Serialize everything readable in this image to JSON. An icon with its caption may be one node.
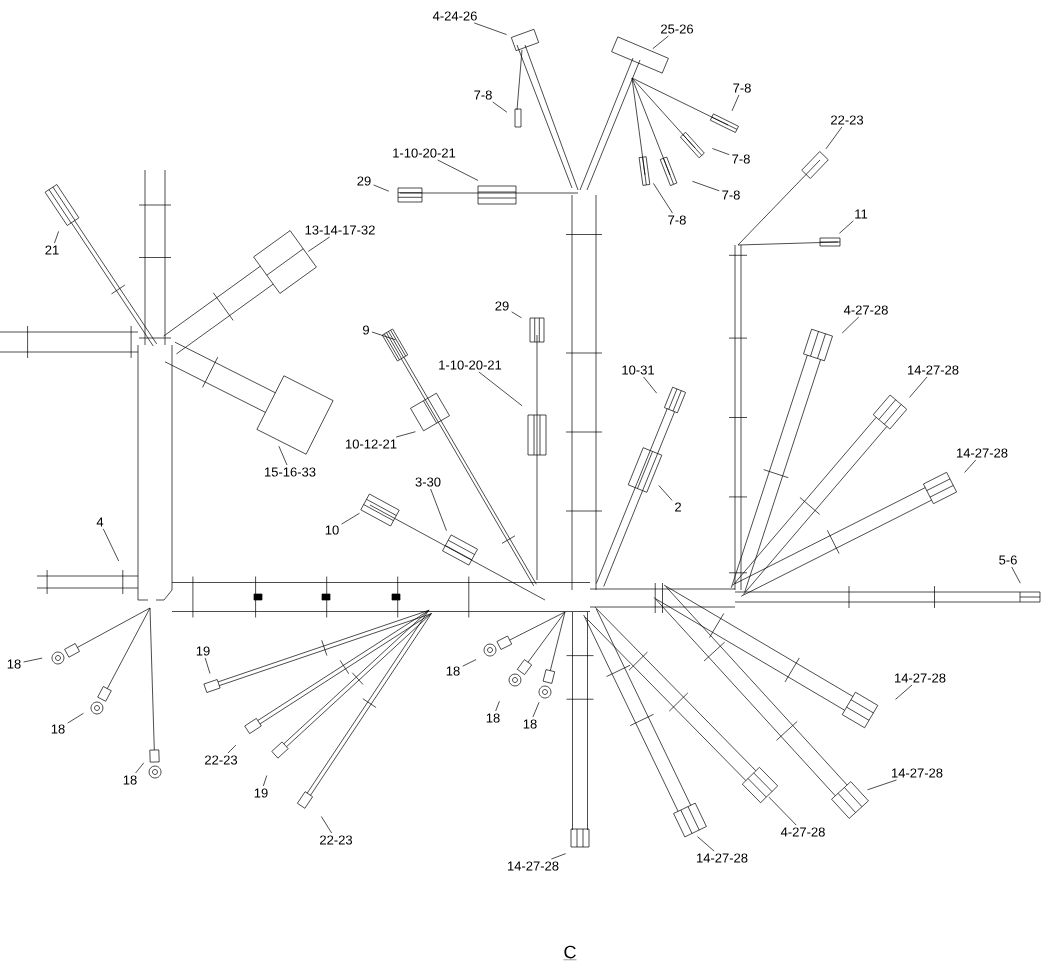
{
  "diagram": {
    "nodes": [
      {
        "text": [
          "4-24-26"
        ]
      },
      {
        "text": [
          "25-26"
        ]
      },
      {
        "text": [
          "7-8"
        ]
      },
      {
        "text": [
          "1-10-20-21"
        ]
      },
      {
        "text": [
          "29"
        ]
      },
      {
        "text": [
          "7-8"
        ]
      },
      {
        "text": [
          "7-8"
        ]
      },
      {
        "text": [
          "22-23"
        ]
      },
      {
        "text": [
          "7-8"
        ]
      },
      {
        "text": [
          "7-8"
        ]
      },
      {
        "text": [
          "11"
        ]
      },
      {
        "text": [
          "21"
        ]
      },
      {
        "text": [
          "13-14-17-32"
        ]
      },
      {
        "text": [
          "4-27-28"
        ]
      },
      {
        "text": [
          "29"
        ]
      },
      {
        "text": [
          "9"
        ]
      },
      {
        "text": [
          "1-10-20-21"
        ]
      },
      {
        "text": [
          "14-27-28"
        ]
      },
      {
        "text": [
          "10-31"
        ]
      },
      {
        "text": [
          "15-16-33"
        ]
      },
      {
        "text": [
          "10-12-21"
        ]
      },
      {
        "text": [
          "14-27-28"
        ]
      },
      {
        "text": [
          "2"
        ]
      },
      {
        "text": [
          "3-30"
        ]
      },
      {
        "text": [
          "10"
        ]
      },
      {
        "text": [
          "4"
        ]
      },
      {
        "text": [
          "5-6"
        ]
      },
      {
        "text": [
          "18"
        ]
      },
      {
        "text": [
          "19"
        ]
      },
      {
        "text": [
          "18"
        ]
      },
      {
        "text": [
          "18"
        ]
      },
      {
        "text": [
          "22-23"
        ]
      },
      {
        "text": [
          "18"
        ]
      },
      {
        "text": [
          "18"
        ]
      },
      {
        "text": [
          "18"
        ]
      },
      {
        "text": [
          "19"
        ]
      },
      {
        "text": [
          "14-27-28"
        ]
      },
      {
        "text": [
          "14-27-28"
        ]
      },
      {
        "text": [
          "22-23"
        ]
      },
      {
        "text": [
          "4-27-28"
        ]
      },
      {
        "text": [
          "14-27-28"
        ]
      },
      {
        "text": [
          "14-27-28"
        ]
      }
    ],
    "edges": [
      {
        "from": 0,
        "to": null,
        "arrow": "none"
      },
      {
        "from": 1,
        "to": null,
        "arrow": "none"
      },
      {
        "from": 2,
        "to": null,
        "arrow": "none"
      },
      {
        "from": 3,
        "to": null,
        "arrow": "none"
      },
      {
        "from": 4,
        "to": null,
        "arrow": "none"
      },
      {
        "from": 5,
        "to": null,
        "arrow": "none"
      },
      {
        "from": 6,
        "to": null,
        "arrow": "none"
      },
      {
        "from": 7,
        "to": null,
        "arrow": "none"
      },
      {
        "from": 8,
        "to": null,
        "arrow": "none"
      },
      {
        "from": 9,
        "to": null,
        "arrow": "none"
      },
      {
        "from": 10,
        "to": null,
        "arrow": "none"
      },
      {
        "from": 11,
        "to": null,
        "arrow": "none"
      },
      {
        "from": 12,
        "to": null,
        "arrow": "none"
      },
      {
        "from": 13,
        "to": null,
        "arrow": "none"
      },
      {
        "from": 14,
        "to": null,
        "arrow": "none"
      },
      {
        "from": 15,
        "to": null,
        "arrow": "none"
      },
      {
        "from": 16,
        "to": null,
        "arrow": "none"
      },
      {
        "from": 17,
        "to": null,
        "arrow": "none"
      },
      {
        "from": 18,
        "to": null,
        "arrow": "none"
      },
      {
        "from": 19,
        "to": null,
        "arrow": "none"
      },
      {
        "from": 20,
        "to": null,
        "arrow": "none"
      },
      {
        "from": 21,
        "to": null,
        "arrow": "none"
      },
      {
        "from": 22,
        "to": null,
        "arrow": "none"
      },
      {
        "from": 23,
        "to": null,
        "arrow": "none"
      },
      {
        "from": 24,
        "to": null,
        "arrow": "none"
      },
      {
        "from": 25,
        "to": null,
        "arrow": "none"
      },
      {
        "from": 26,
        "to": null,
        "arrow": "none"
      },
      {
        "from": 27,
        "to": null,
        "arrow": "none"
      },
      {
        "from": 28,
        "to": null,
        "arrow": "none"
      },
      {
        "from": 29,
        "to": null,
        "arrow": "none"
      },
      {
        "from": 30,
        "to": null,
        "arrow": "none"
      },
      {
        "from": 31,
        "to": null,
        "arrow": "none"
      },
      {
        "from": 32,
        "to": null,
        "arrow": "none"
      },
      {
        "from": 33,
        "to": null,
        "arrow": "none"
      },
      {
        "from": 34,
        "to": null,
        "arrow": "none"
      },
      {
        "from": 35,
        "to": null,
        "arrow": "none"
      },
      {
        "from": 36,
        "to": null,
        "arrow": "none"
      },
      {
        "from": 37,
        "to": null,
        "arrow": "none"
      },
      {
        "from": 38,
        "to": null,
        "arrow": "none"
      },
      {
        "from": 39,
        "to": null,
        "arrow": "none"
      },
      {
        "from": 40,
        "to": null,
        "arrow": "none"
      },
      {
        "from": 41,
        "to": null,
        "arrow": "none"
      }
    ],
    "labels": [
      "C"
    ]
  }
}
